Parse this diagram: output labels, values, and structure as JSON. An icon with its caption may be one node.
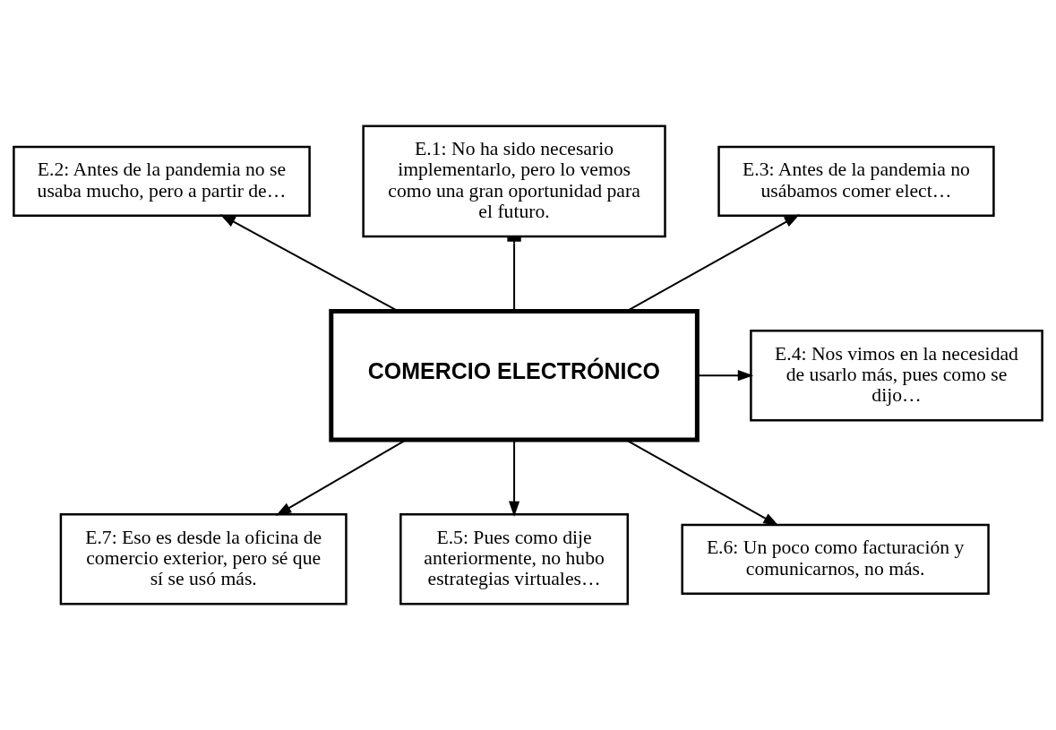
{
  "diagram": {
    "nodes": [
      {
        "text": [
          "E.2: Antes de la pandemia no se usaba mucho, pero a partir de…"
        ]
      },
      {
        "text": [
          "E.1: No ha sido necesario implementarlo, pero lo vemos como una gran oportunidad para el futuro."
        ]
      },
      {
        "text": [
          "E.3: Antes de la pandemia no usábamos comer elect…"
        ]
      },
      {
        "text": [
          "COMERCIO ELECTRÓNICO"
        ]
      },
      {
        "text": [
          "E.4: Nos vimos en la necesidad de usarlo más, pues como se dijo…"
        ]
      },
      {
        "text": [
          "E.7: Eso es desde la oficina de comercio exterior, pero sé que sí se usó más."
        ]
      },
      {
        "text": [
          "E.5: Pues como dije anteriormente, no hubo estrategias virtuales…"
        ]
      },
      {
        "text": [
          "E.6: Un poco como facturación y comunicarnos, no más."
        ]
      }
    ],
    "edges": [
      {
        "from": 3,
        "to": 0,
        "arrow": "to"
      },
      {
        "from": 3,
        "to": 1,
        "arrow": "other"
      },
      {
        "from": 3,
        "to": 2,
        "arrow": "to"
      },
      {
        "from": 3,
        "to": 4,
        "arrow": "to"
      },
      {
        "from": 3,
        "to": 5,
        "arrow": "to"
      },
      {
        "from": 3,
        "to": 6,
        "arrow": "to"
      },
      {
        "from": 3,
        "to": 7,
        "arrow": "to"
      }
    ]
  }
}
